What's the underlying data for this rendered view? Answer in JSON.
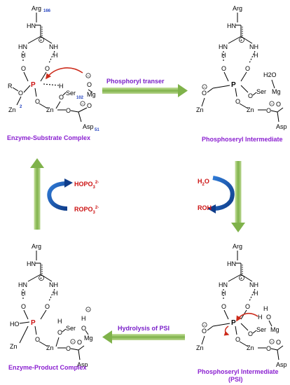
{
  "structures": {
    "es": {
      "caption": "Enzyme-Substrate Complex",
      "arg": "Arg",
      "arg_num": "166",
      "ser": "Ser",
      "ser_num": "102",
      "asp": "Asp",
      "asp_num": "51",
      "zn": "Zn",
      "zn_num": "2",
      "r": "R",
      "mg": "Mg",
      "p": "P"
    },
    "pi1": {
      "caption": "Phosphoseryl Intermediate",
      "arg": "Arg",
      "ser": "Ser",
      "asp": "Asp",
      "zn": "Zn",
      "mg": "Mg",
      "p": "P",
      "water": "H2O"
    },
    "pi2": {
      "caption": "Phosphoseryl Intermediate",
      "caption2": "(PSI)",
      "arg": "Arg",
      "ser": "Ser",
      "asp": "Asp",
      "zn": "Zn",
      "mg": "Mg",
      "p": "P"
    },
    "ep": {
      "caption": "Enzyme-Product Complex",
      "arg": "Arg",
      "ser": "Ser",
      "asp": "Asp",
      "zn": "Zn",
      "mg": "Mg",
      "p": "P",
      "ho": "HO"
    }
  },
  "arrows": {
    "top": "Phosphoryl transer",
    "bottom": "Hydrolysis of PSI"
  },
  "cycle": {
    "left_top": "HOPO",
    "left_bottom": "ROPO",
    "right_top": "H",
    "right_top_tail": "O",
    "right_bottom": "ROH"
  },
  "colors": {
    "arrow_green": "#7fb24a",
    "caption_purple": "#8a1fd0",
    "curved_blue": "#1f5fbf",
    "red_arrow": "#cc2a1a"
  }
}
